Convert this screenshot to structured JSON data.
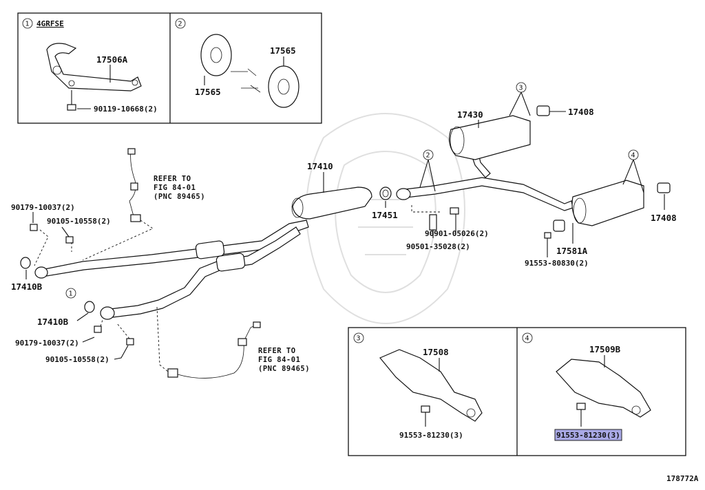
{
  "inset1": {
    "circle": "1",
    "engine": "4GRFSE",
    "part_a": "17506A",
    "bolt": "90119-10668(2)"
  },
  "inset2": {
    "circle": "2",
    "mount_left": "17565",
    "mount_right": "17565"
  },
  "inset3": {
    "circle": "3",
    "bracket": "17508",
    "bolt": "91553-81230(3)"
  },
  "inset4": {
    "circle": "4",
    "bracket": "17509B",
    "bolt": "91553-81230(3)"
  },
  "refs": {
    "upper": {
      "line1": "REFER TO",
      "line2": "FIG 84-01",
      "line3": "(PNC 89465)"
    },
    "lower": {
      "line1": "REFER TO",
      "line2": "FIG 84-01",
      "line3": "(PNC 89465)"
    }
  },
  "labels": {
    "p17410": "17410",
    "p17430": "17430",
    "p17408_top": "17408",
    "p17408_right": "17408",
    "p17451": "17451",
    "p90901": "90901-05026(2)",
    "p90501": "90501-35028(2)",
    "p17581A": "17581A",
    "p91553_808": "91553-80830(2)",
    "p90179_top": "90179-10037(2)",
    "p90105_top": "90105-10558(2)",
    "p17410B_top": "17410B",
    "p17410B_low": "17410B",
    "p90179_low": "90179-10037(2)",
    "p90105_low": "90105-10558(2)"
  },
  "callouts": {
    "c1": "1",
    "c2": "2",
    "c3": "3",
    "c4": "4"
  },
  "footer": {
    "diagram_id": "178772A"
  },
  "colors": {
    "highlight": "#a9a9e6",
    "line": "#111111"
  }
}
